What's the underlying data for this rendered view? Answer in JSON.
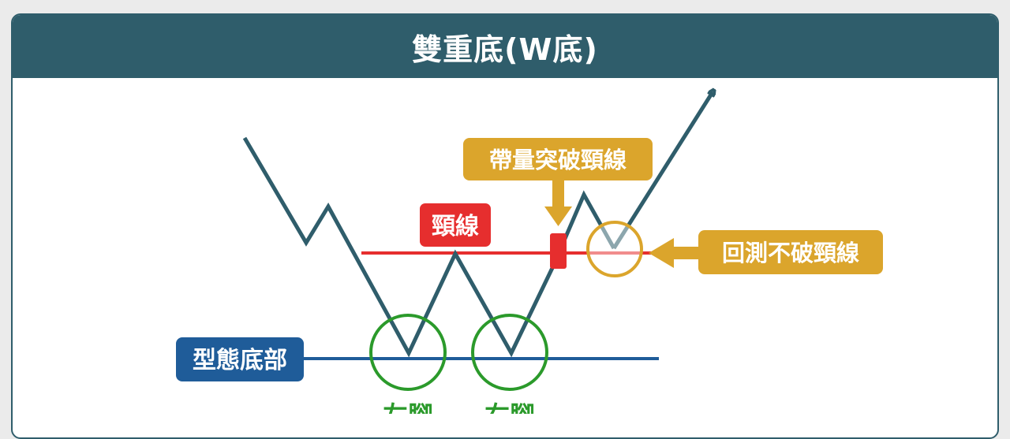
{
  "title": "雙重底(W底)",
  "labels": {
    "breakout_with_volume": "帶量突破頸線",
    "neckline": "頸線",
    "retest_holds_neckline": "回測不破頸線",
    "pattern_bottom": "型態底部",
    "left_foot": "左腳",
    "right_foot": "右腳"
  },
  "colors": {
    "header": "#2f5d6b",
    "price_line": "#2f5d6b",
    "neckline": "#e62e2e",
    "bottom_line": "#1f5c99",
    "breakout_badge": "#dba52c",
    "bottom_circle": "#2b9a2b",
    "retest_circle": "#dba52c"
  }
}
